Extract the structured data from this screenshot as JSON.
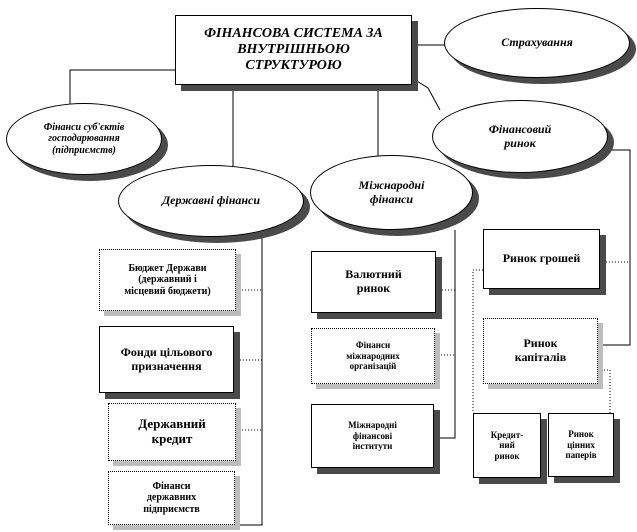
{
  "diagram": {
    "title": "ФІНАНСОВА СИСТЕМА ЗА\nВНУТРІШНЬОЮ\nСТРУКТУРОЮ",
    "nodes": {
      "strakhuvannia": "Страхування",
      "finansy_subiektiv": "Фінанси суб'єктів\nгосподарювання\n(підприємств)",
      "finansovyi_rynok": "Фінансовий\nринок",
      "derzhavni_finansy": "Державні фінанси",
      "mizhnarodni_finansy": "Міжнародні\nфінанси",
      "biudzhet": "Бюджет Держави\n(державний і\nмісцевий бюджети)",
      "fondy": "Фонди цільового\nпризначення",
      "derzhavnyi_kredyt": "Державний\nкредит",
      "finansy_pidpryiemstv": "Фінанси\nдержавних\nпідприємств",
      "valiutnyi_rynok": "Валютний\nринок",
      "finansy_orhanizatsii": "Фінанси\nміжнародних\nорганізацій",
      "finansovi_instytuty": "Міжнародні\nфінансові\nінститути",
      "rynok_hroshei": "Ринок грошей",
      "rynok_kapitaliv": "Ринок\nкапіталів",
      "kredytnyi_rynok": "Кредит-\nний\nринок",
      "rynok_tsinnykh_paperiv": "Ринок\nцінних\nпаперів"
    }
  }
}
